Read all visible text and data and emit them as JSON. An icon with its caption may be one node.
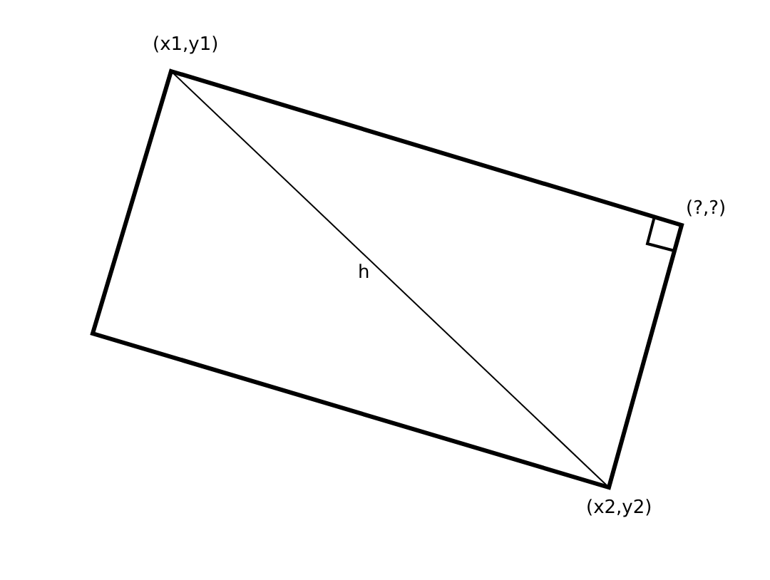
{
  "diagram": {
    "labels": [
      "(x1,y1)",
      "(?,?)",
      "h",
      "(x2,y2)"
    ]
  }
}
